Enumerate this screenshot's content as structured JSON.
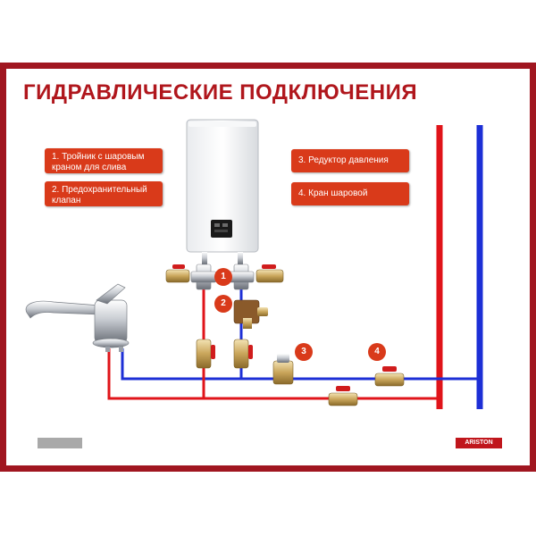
{
  "title": "ГИДРАВЛИЧЕСКИЕ  ПОДКЛЮЧЕНИЯ",
  "callouts": [
    {
      "num": "1",
      "lines": [
        "1. Тройник с шаровым",
        "краном для слива"
      ]
    },
    {
      "num": "2",
      "lines": [
        "2. Предохранительный",
        "клапан"
      ]
    },
    {
      "num": "3",
      "lines": [
        "3. Редуктор давления"
      ]
    },
    {
      "num": "4",
      "lines": [
        "4. Кран шаровой"
      ]
    }
  ],
  "badges": [
    "1",
    "2",
    "3",
    "4"
  ],
  "brand": "ARISTON",
  "colors": {
    "frame": "#a01620",
    "title": "#b0161c",
    "callout": "#d93a1a",
    "hot": "#e0141a",
    "cold": "#1d2fd6"
  }
}
